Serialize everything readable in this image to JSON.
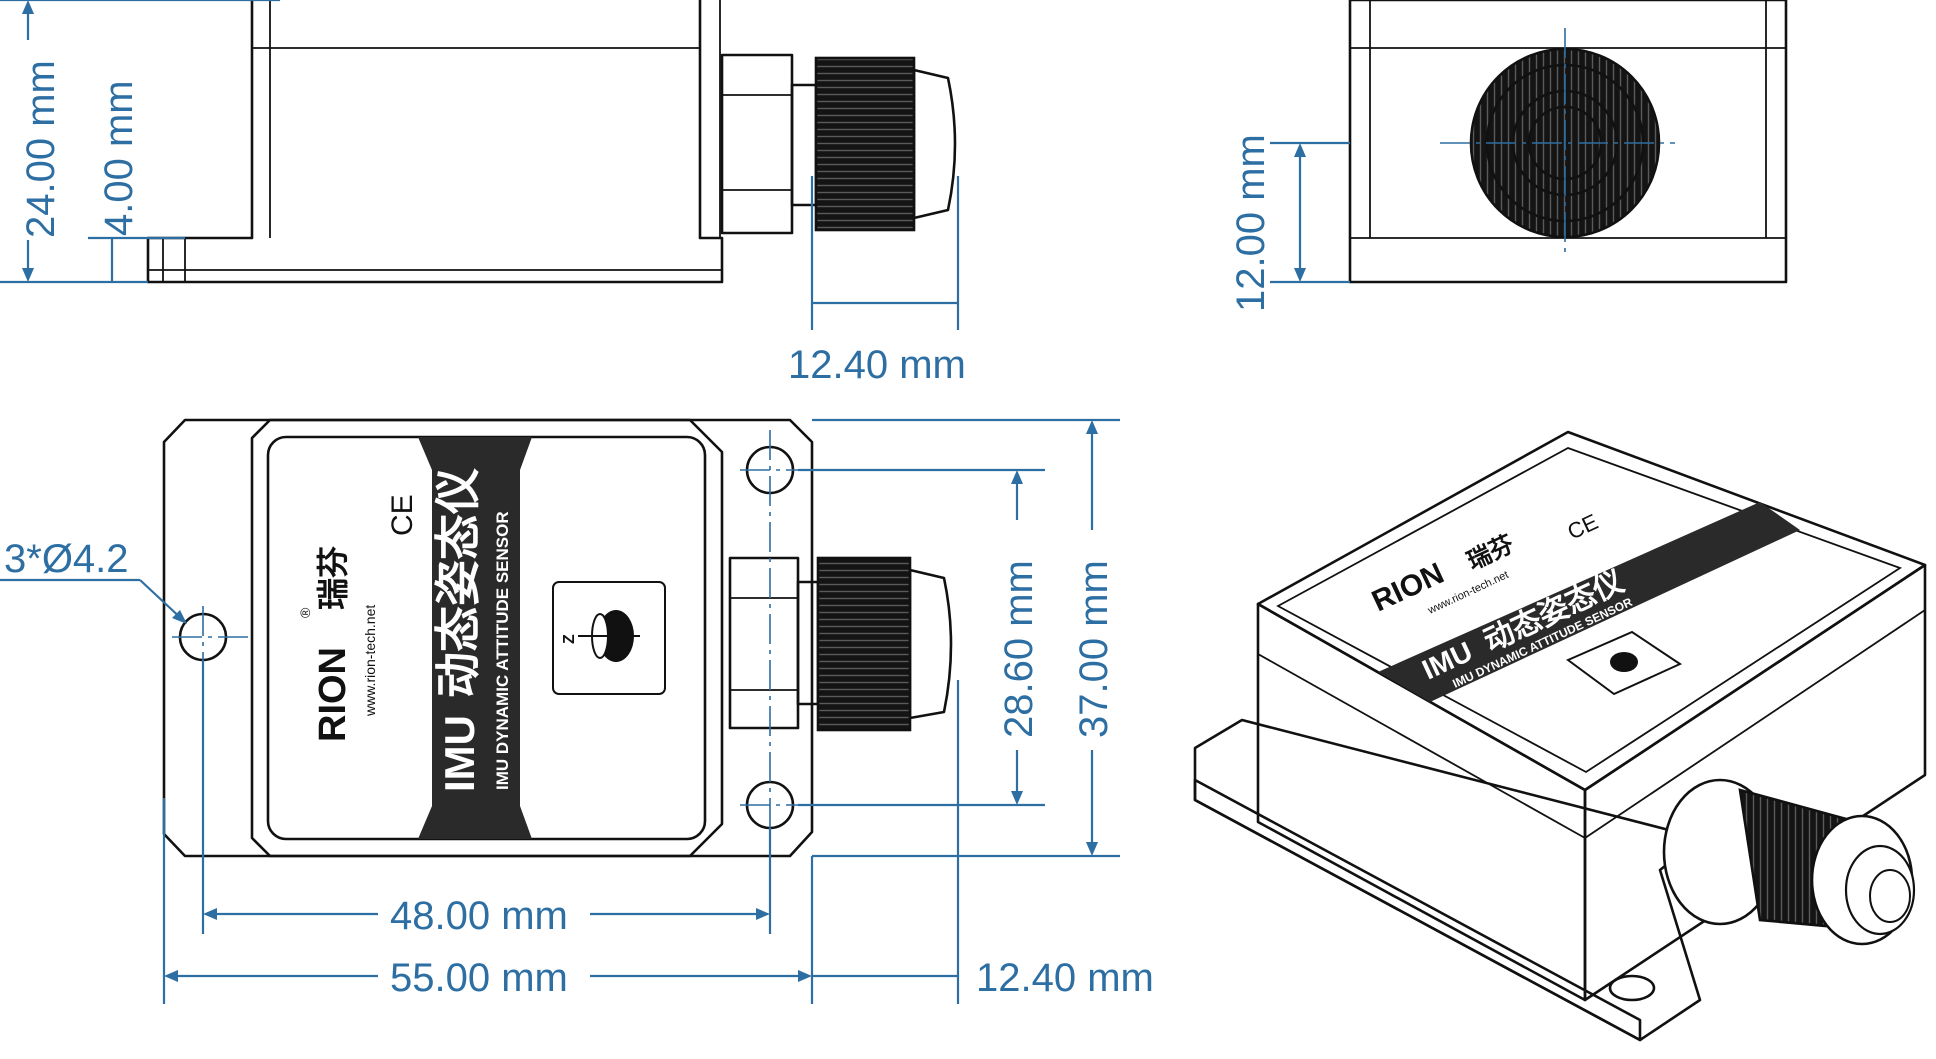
{
  "colors": {
    "dimension": "#2d6ea3",
    "outline": "#111111",
    "label_band": "#2a2a2a",
    "background": "#ffffff"
  },
  "dimensions": {
    "side_total_height": "24.00 mm",
    "side_flange_height": "4.00 mm",
    "side_gland_length": "12.40 mm",
    "end_center_height": "12.00 mm",
    "hole_spec": "3*Ø4.2",
    "top_hole_spacing_y": "28.60 mm",
    "top_total_height": "37.00 mm",
    "top_hole_spacing_x": "48.00 mm",
    "top_total_width": "55.00 mm",
    "top_gland_length": "12.40 mm"
  },
  "label": {
    "brand": "RION",
    "registered": "®",
    "brand_cn": "瑞芬",
    "website": "www.rion-tech.net",
    "ce_mark": "CE",
    "model": "IMU",
    "product_cn": "动态姿态仪",
    "product_en": "IMU DYNAMIC ATTITUDE SENSOR",
    "axis_letter": "Z"
  }
}
